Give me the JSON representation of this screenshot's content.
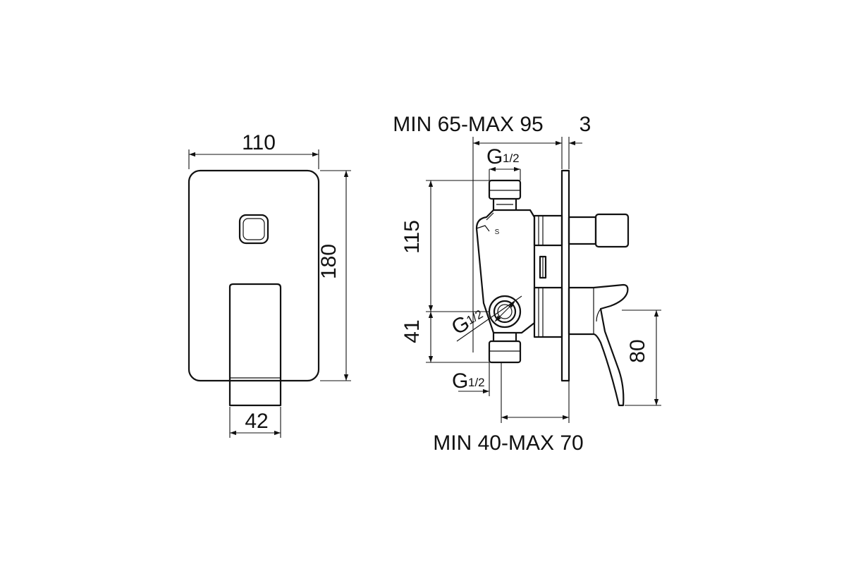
{
  "front_view": {
    "width_label": "110",
    "height_label": "180",
    "handle_width_label": "42"
  },
  "side_view": {
    "depth_range_label": "MIN 65-MAX 95",
    "plate_thickness_label": "3",
    "top_thread": {
      "main": "G",
      "frac": "1/2"
    },
    "side_thread": {
      "main": "G",
      "frac": "1/2"
    },
    "bottom_thread": {
      "main": "G",
      "frac": "1/2"
    },
    "upper_height_label": "115",
    "lower_height_label": "41",
    "spout_height_label": "80",
    "outlet_range_label": "MIN 40-MAX 70",
    "brand_mark": "S"
  }
}
